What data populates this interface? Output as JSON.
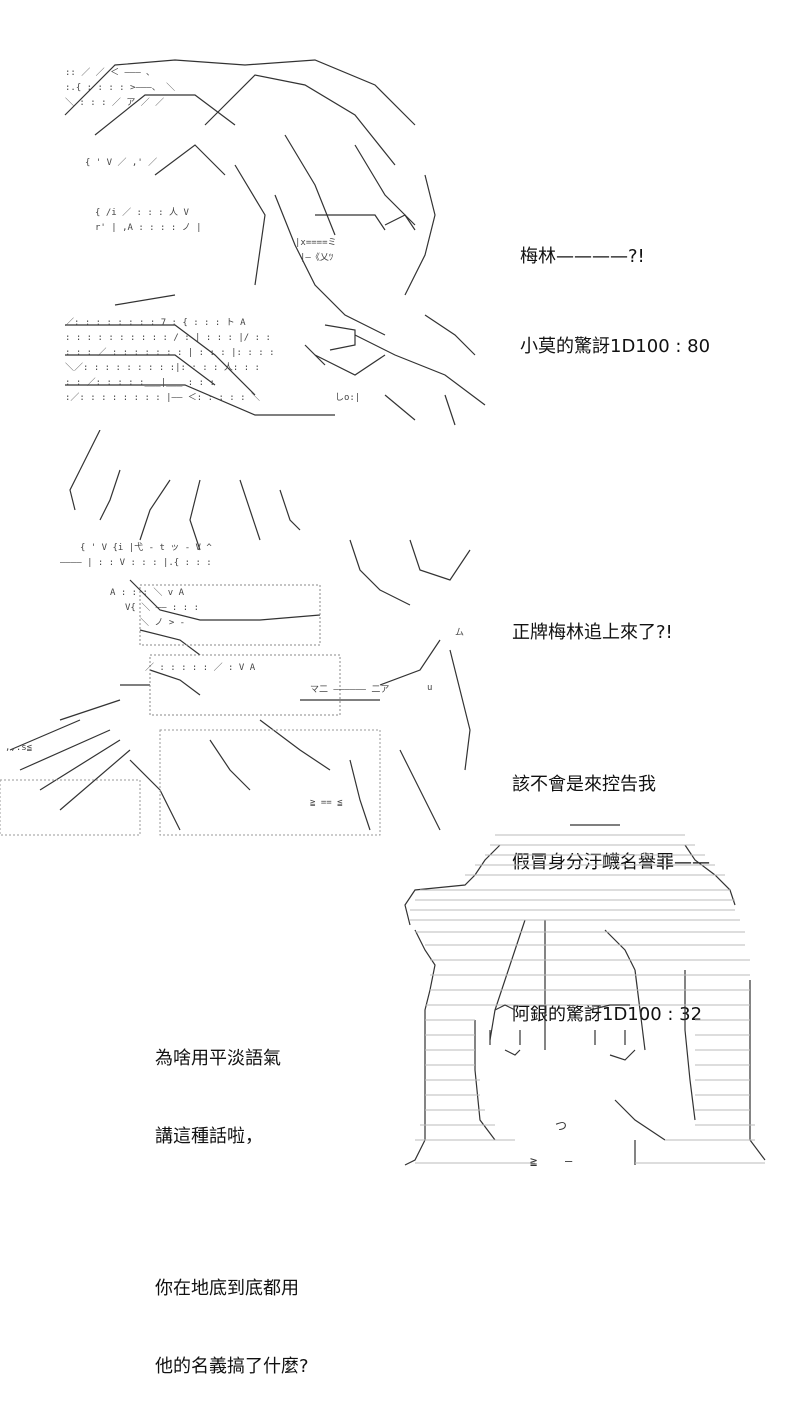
{
  "panel1": {
    "lines": [
      "梅林————?!",
      "小莫的驚訝1D100 : 80"
    ]
  },
  "panel2": {
    "lines": [
      "正牌梅林追上來了?!",
      "",
      "該不會是來控告我",
      "假冒身分汙衊名譽罪——",
      "",
      "阿銀的驚訝1D100 : 32"
    ]
  },
  "panel3": {
    "lines": [
      "為啥用平淡語氣",
      "講這種話啦，",
      "",
      "你在地底到底都用",
      "他的名義搞了什麼?"
    ]
  },
  "art_marks": {
    "panel1_u_mark": "u",
    "panel2_l_mark": "ム",
    "panel3_left_eq": "≧",
    "panel3_c_mark": "つ"
  }
}
